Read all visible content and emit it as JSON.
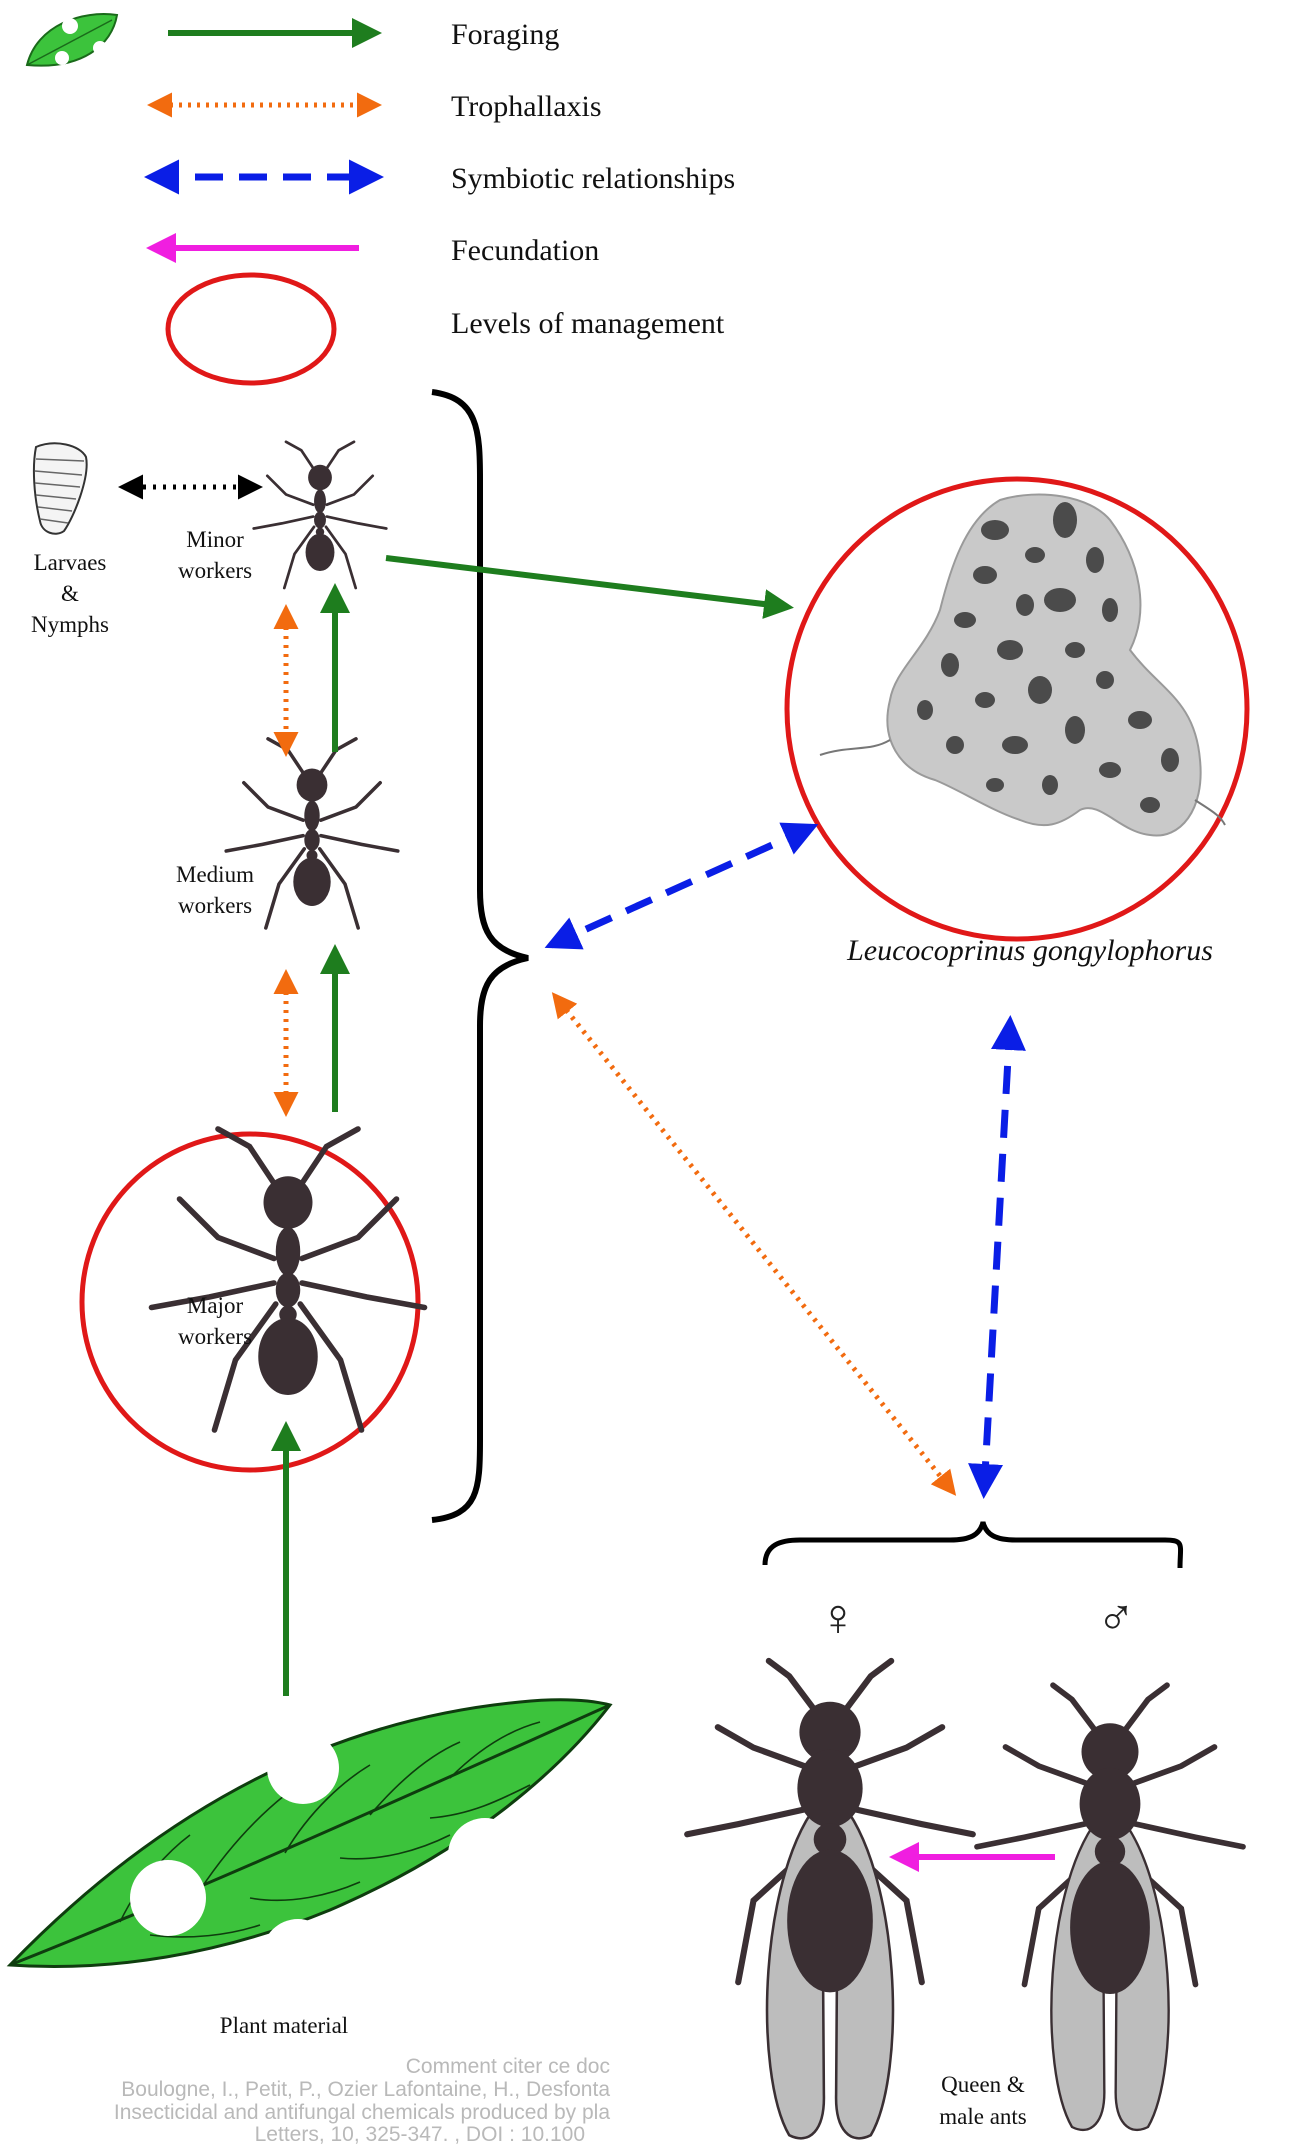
{
  "colors": {
    "foraging": "#1e7d1e",
    "trophallaxis": "#f26b0f",
    "symbiotic": "#0a1ee6",
    "fecundation": "#f01ee0",
    "management": "#e01818",
    "brace": "#000000",
    "ant": "#3a2f33",
    "fungus": "#c9c9c9",
    "leaf": "#3cc33c"
  },
  "legend": {
    "foraging": "Foraging",
    "trophallaxis": "Trophallaxis",
    "symbiotic": "Symbiotic relationships",
    "fecundation": "Fecundation",
    "management": "Levels of management"
  },
  "nodes": {
    "larvae": [
      "Larvaes",
      "&",
      "Nymphs"
    ],
    "minor": [
      "Minor",
      "workers"
    ],
    "medium": [
      "Medium",
      "workers"
    ],
    "major": [
      "Major",
      "workers"
    ],
    "fungus": "Leucocoprinus gongylophorus",
    "plant": "Plant material",
    "reproductives": [
      "Queen &",
      "male ants"
    ],
    "female_symbol": "♀",
    "male_symbol": "♂"
  },
  "citation": [
    "Comment citer ce doc",
    "Boulogne, I., Petit, P., Ozier Lafontaine, H., Desfonta",
    "Insecticidal and antifungal chemicals produced by pla",
    "Letters, 10, 325-347. , DOI : 10.100"
  ],
  "icons": {
    "leaf": "leaf-icon",
    "ant": "ant-icon",
    "larva": "larva-icon",
    "fungus": "fungus-garden-icon"
  }
}
